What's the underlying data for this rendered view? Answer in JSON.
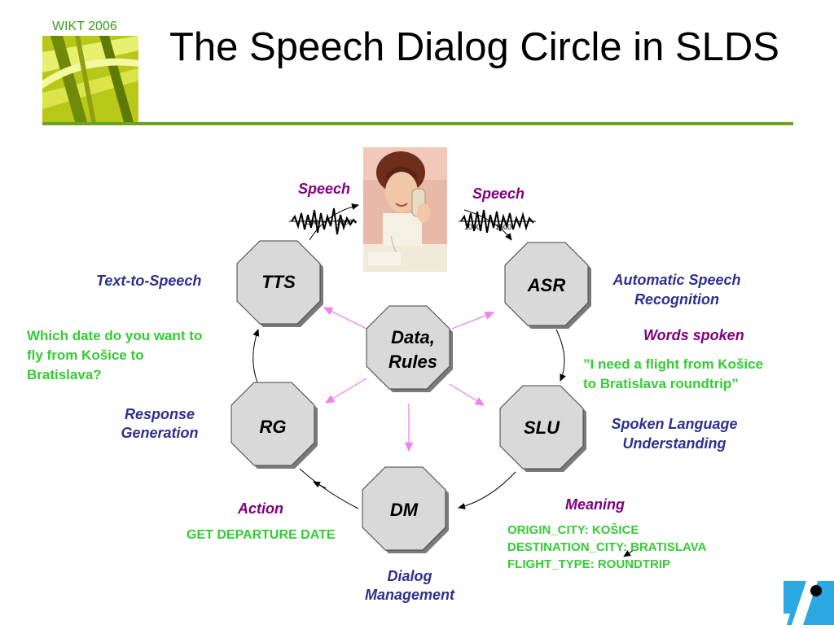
{
  "header": {
    "conference": "WIKT 2006",
    "title": "The Speech Dialog Circle in SLDS"
  },
  "diagram": {
    "nodes": {
      "tts": "TTS",
      "asr": "ASR",
      "slu": "SLU",
      "dm": "DM",
      "rg": "RG",
      "data_line1": "Data,",
      "data_line2": "Rules"
    },
    "waveforms": {
      "left_ticks": [
        "500",
        "1000"
      ],
      "right_ticks": [
        "1000",
        "1500"
      ]
    },
    "labels": {
      "speech_left": "Speech",
      "speech_right": "Speech",
      "tts_full": "Text-to-Speech",
      "asr_full_line1": "Automatic Speech",
      "asr_full_line2": "Recognition",
      "words_spoken": "Words spoken",
      "utterance_line1": "”I need a flight from Košice",
      "utterance_line2": "to Bratislava roundtrip”",
      "slu_full_line1": "Spoken Language",
      "slu_full_line2": "Understanding",
      "meaning": "Meaning",
      "meaning_line1": "ORIGIN_CITY: KOŠICE",
      "meaning_line2": "DESTINATION_CITY: BRATISLAVA",
      "meaning_line3": "FLIGHT_TYPE: ROUNDTRIP",
      "dm_full_line1": "Dialog",
      "dm_full_line2": "Management",
      "action": "Action",
      "action_value": "GET DEPARTURE DATE",
      "rg_full_line1": "Response",
      "rg_full_line2": "Generation",
      "question_line1": "Which date do you want to",
      "question_line2": "fly from Košice to",
      "question_line3": "Bratislava?"
    }
  },
  "colors": {
    "accent_green": "#6aa31f",
    "label_purple": "#800080",
    "label_navy": "#2f2f8f",
    "value_green": "#33cc33",
    "data_arrow_pink": "#ee82ee",
    "node_fill": "#d9d9d9"
  }
}
